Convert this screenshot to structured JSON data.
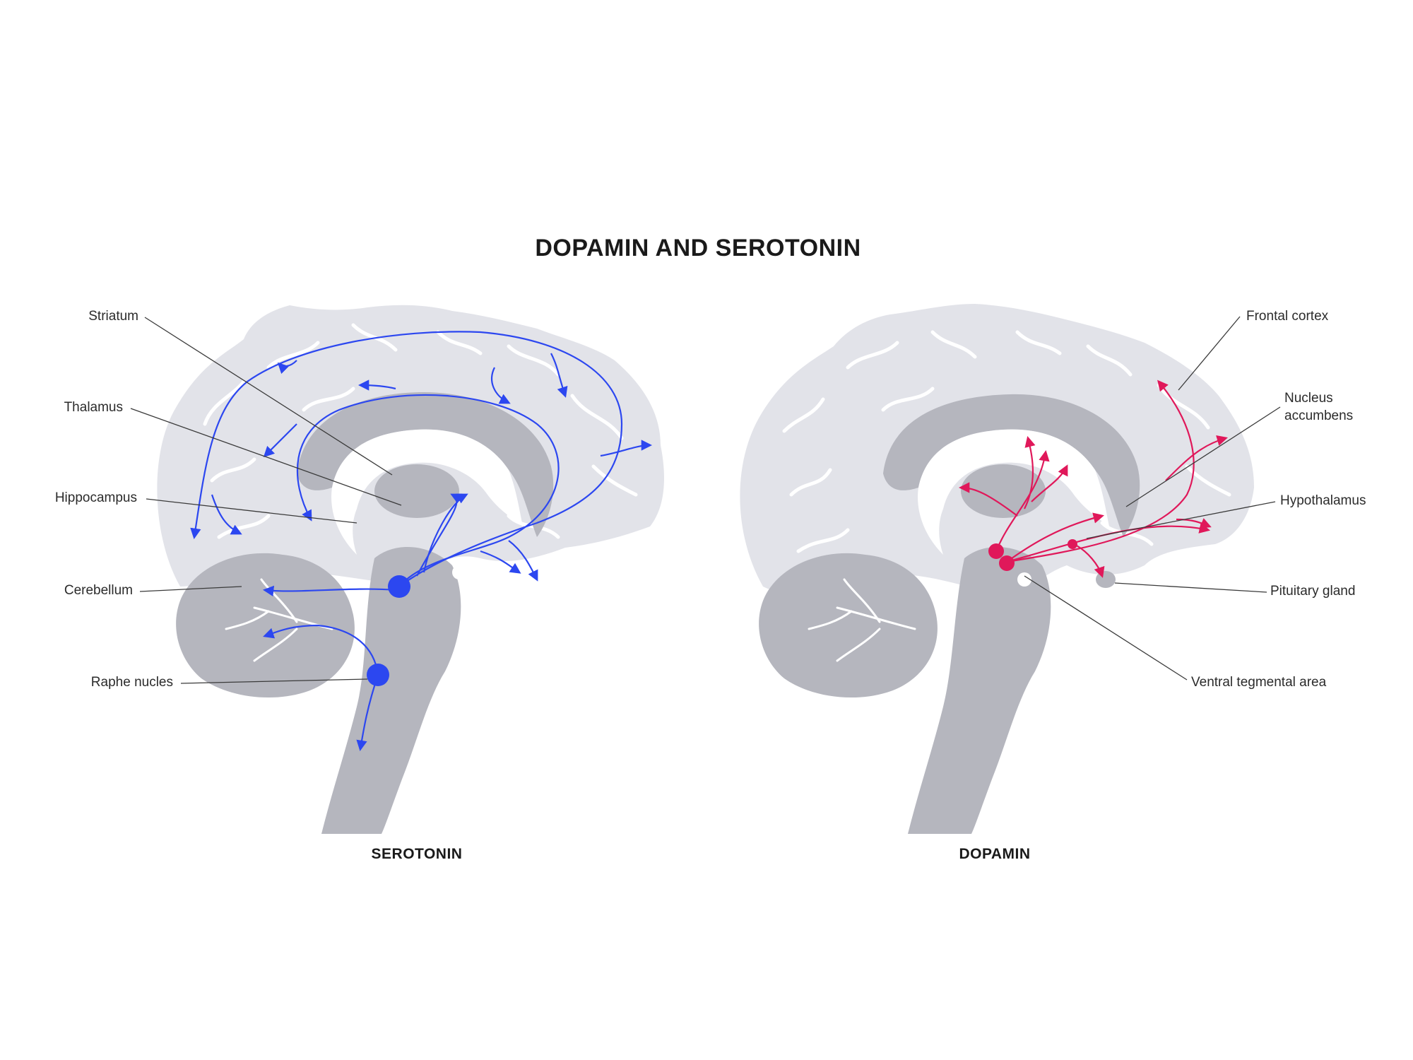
{
  "title": "DOPAMIN AND SEROTONIN",
  "panels": {
    "serotonin": {
      "caption": "SEROTONIN",
      "labels": {
        "striatum": "Striatum",
        "thalamus": "Thalamus",
        "hippocampus": "Hippocampus",
        "cerebellum": "Cerebellum",
        "raphe": "Raphe nucles"
      }
    },
    "dopamin": {
      "caption": "DOPAMIN",
      "labels": {
        "frontal_cortex": "Frontal cortex",
        "nucleus_accumbens_1": "Nucleus",
        "nucleus_accumbens_2": "accumbens",
        "hypothalamus": "Hypothalamus",
        "pituitary": "Pituitary gland",
        "vta": "Ventral tegmental area"
      }
    }
  },
  "colors": {
    "serotonin": "#2c47f0",
    "dopamin": "#e0185a",
    "brain_light": "#e2e3e9",
    "brain_dark": "#b5b6be"
  }
}
